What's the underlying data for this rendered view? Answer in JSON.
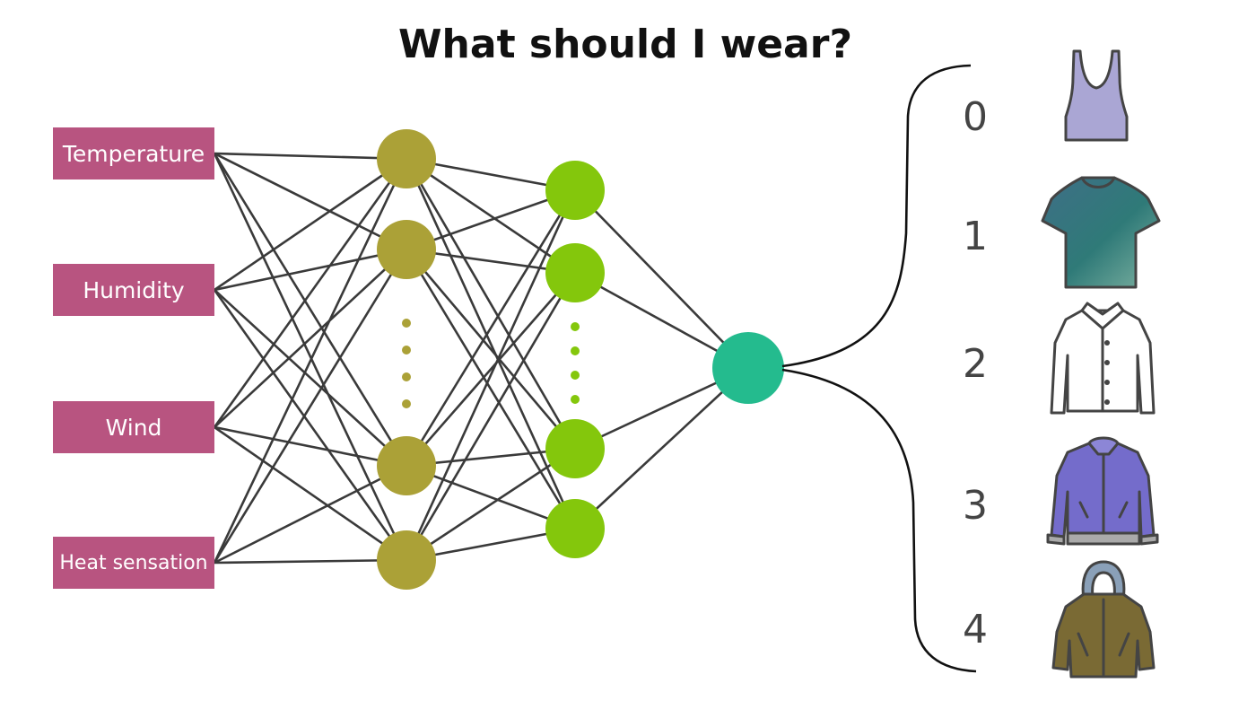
{
  "title": "What should I wear?",
  "inputs": [
    "Temperature",
    "Humidity",
    "Wind",
    "Heat sensation"
  ],
  "classes": [
    "0",
    "1",
    "2",
    "3",
    "4"
  ],
  "colors": {
    "input_box": "#b85480",
    "hidden1": "#aba137",
    "hidden2": "#84c70c",
    "output": "#24bb8e",
    "edge": "#3a3a3a"
  },
  "icons": [
    "tank-top-icon",
    "t-shirt-icon",
    "dress-shirt-icon",
    "bomber-jacket-icon",
    "hooded-parka-icon"
  ]
}
